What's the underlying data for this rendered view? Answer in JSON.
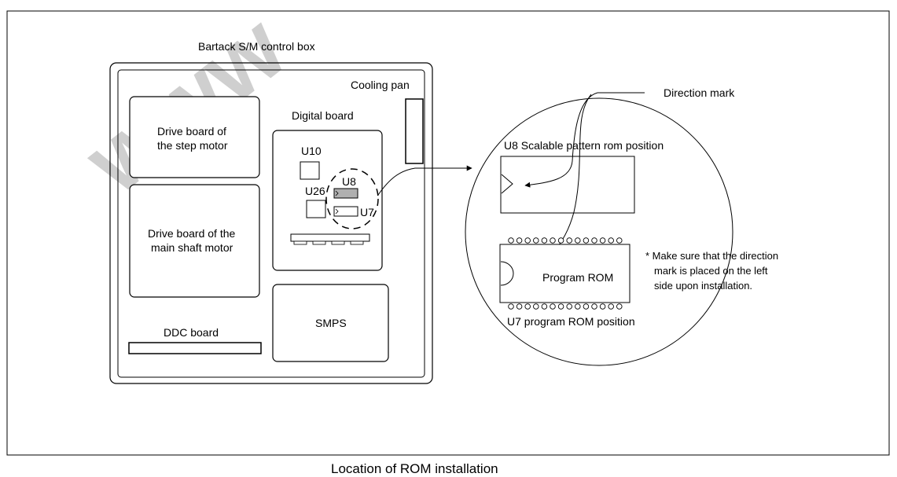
{
  "control_box": {
    "title": "Bartack S/M control box",
    "cooling_fan": "Cooling pan",
    "step_board_line1": "Drive board of",
    "step_board_line2": "the step motor",
    "main_board_line1": "Drive board of the",
    "main_board_line2": "main shaft motor",
    "ddc_board": "DDC board",
    "digital_board": "Digital board",
    "u10": "U10",
    "u26": "U26",
    "u8": "U8",
    "u7": "U7",
    "smps": "SMPS"
  },
  "detail": {
    "direction_mark": "Direction mark",
    "u8_position": "U8 Scalable pattern rom position",
    "program_rom": "Program ROM",
    "u7_position": "U7 program ROM position",
    "note_line1": "* Make sure that the direction",
    "note_line2": "mark is placed on the left",
    "note_line3": "side upon installation."
  },
  "watermark": "www",
  "caption": "Location of ROM installation",
  "colors": {
    "line": "#000000",
    "chip_fill": "#b0b0b0",
    "watermark": "#c8c8c8"
  }
}
